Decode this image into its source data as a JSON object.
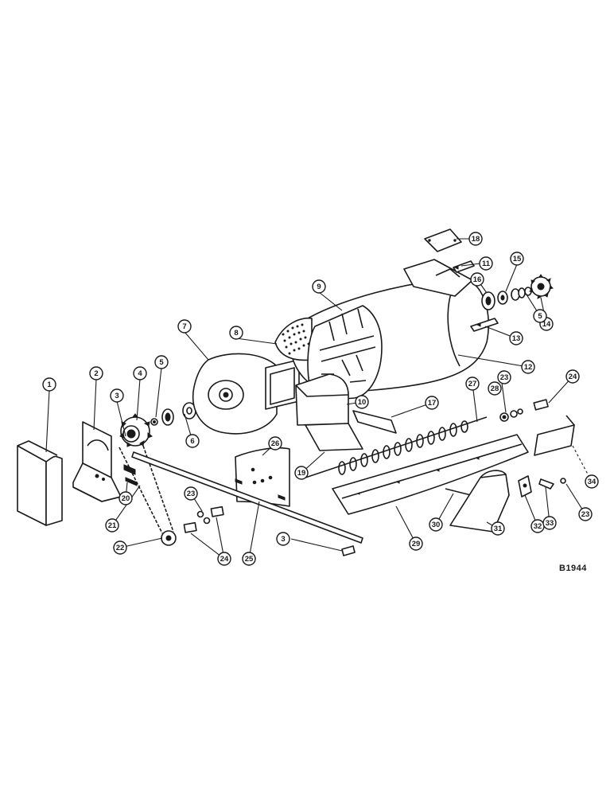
{
  "diagram": {
    "reference_code": "B1944",
    "callouts": [
      {
        "id": "c1",
        "label": "1"
      },
      {
        "id": "c2",
        "label": "2"
      },
      {
        "id": "c3a",
        "label": "3"
      },
      {
        "id": "c4",
        "label": "4"
      },
      {
        "id": "c5a",
        "label": "5"
      },
      {
        "id": "c6",
        "label": "6"
      },
      {
        "id": "c7",
        "label": "7"
      },
      {
        "id": "c8",
        "label": "8"
      },
      {
        "id": "c9",
        "label": "9"
      },
      {
        "id": "c10",
        "label": "10"
      },
      {
        "id": "c11",
        "label": "11"
      },
      {
        "id": "c12",
        "label": "12"
      },
      {
        "id": "c13",
        "label": "13"
      },
      {
        "id": "c14",
        "label": "14"
      },
      {
        "id": "c15",
        "label": "15"
      },
      {
        "id": "c16",
        "label": "16"
      },
      {
        "id": "c5b",
        "label": "5"
      },
      {
        "id": "c17",
        "label": "17"
      },
      {
        "id": "c18a",
        "label": "18"
      },
      {
        "id": "c18b",
        "label": "18"
      },
      {
        "id": "c19",
        "label": "19"
      },
      {
        "id": "c20",
        "label": "20"
      },
      {
        "id": "c21",
        "label": "21"
      },
      {
        "id": "c22",
        "label": "22"
      },
      {
        "id": "c23a",
        "label": "23"
      },
      {
        "id": "c23b",
        "label": "23"
      },
      {
        "id": "c23c",
        "label": "23"
      },
      {
        "id": "c24a",
        "label": "24"
      },
      {
        "id": "c24b",
        "label": "24"
      },
      {
        "id": "c25",
        "label": "25"
      },
      {
        "id": "c26",
        "label": "26"
      },
      {
        "id": "c27",
        "label": "27"
      },
      {
        "id": "c28",
        "label": "28"
      },
      {
        "id": "c29",
        "label": "29"
      },
      {
        "id": "c30",
        "label": "30"
      },
      {
        "id": "c31",
        "label": "31"
      },
      {
        "id": "c32",
        "label": "32"
      },
      {
        "id": "c33",
        "label": "33"
      },
      {
        "id": "c3b",
        "label": "3"
      },
      {
        "id": "c34",
        "label": "34"
      }
    ]
  }
}
